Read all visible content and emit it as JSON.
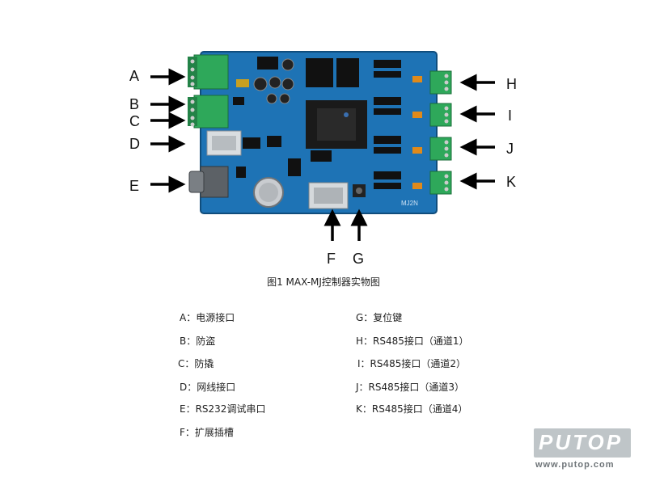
{
  "callouts": {
    "A": "A",
    "B": "B",
    "C": "C",
    "D": "D",
    "E": "E",
    "F": "F",
    "G": "G",
    "H": "H",
    "I": "I",
    "J": "J",
    "K": "K"
  },
  "figure": {
    "caption": "图1  MAX-MJ控制器实物图",
    "board_label": "MJ2N"
  },
  "legend": {
    "left": [
      "A：电源接口",
      "B：防盗",
      "C：防撬",
      "D：网线接口",
      "E：RS232调试串口",
      "F：扩展插槽"
    ],
    "right": [
      "G：复位键",
      "H：RS485接口（通道1）",
      "I：RS485接口（通道2）",
      "J：RS485接口（通道3）",
      "K：RS485接口（通道4）"
    ]
  },
  "logo": {
    "text": "PUTOP",
    "url": "www.putop.com"
  },
  "colors": {
    "pcb": "#1e73b5",
    "pcb_dark": "#155c93",
    "terminal": "#2ea85a",
    "chip": "#1a1a1a",
    "logo_bg": "#bfc5c8"
  }
}
